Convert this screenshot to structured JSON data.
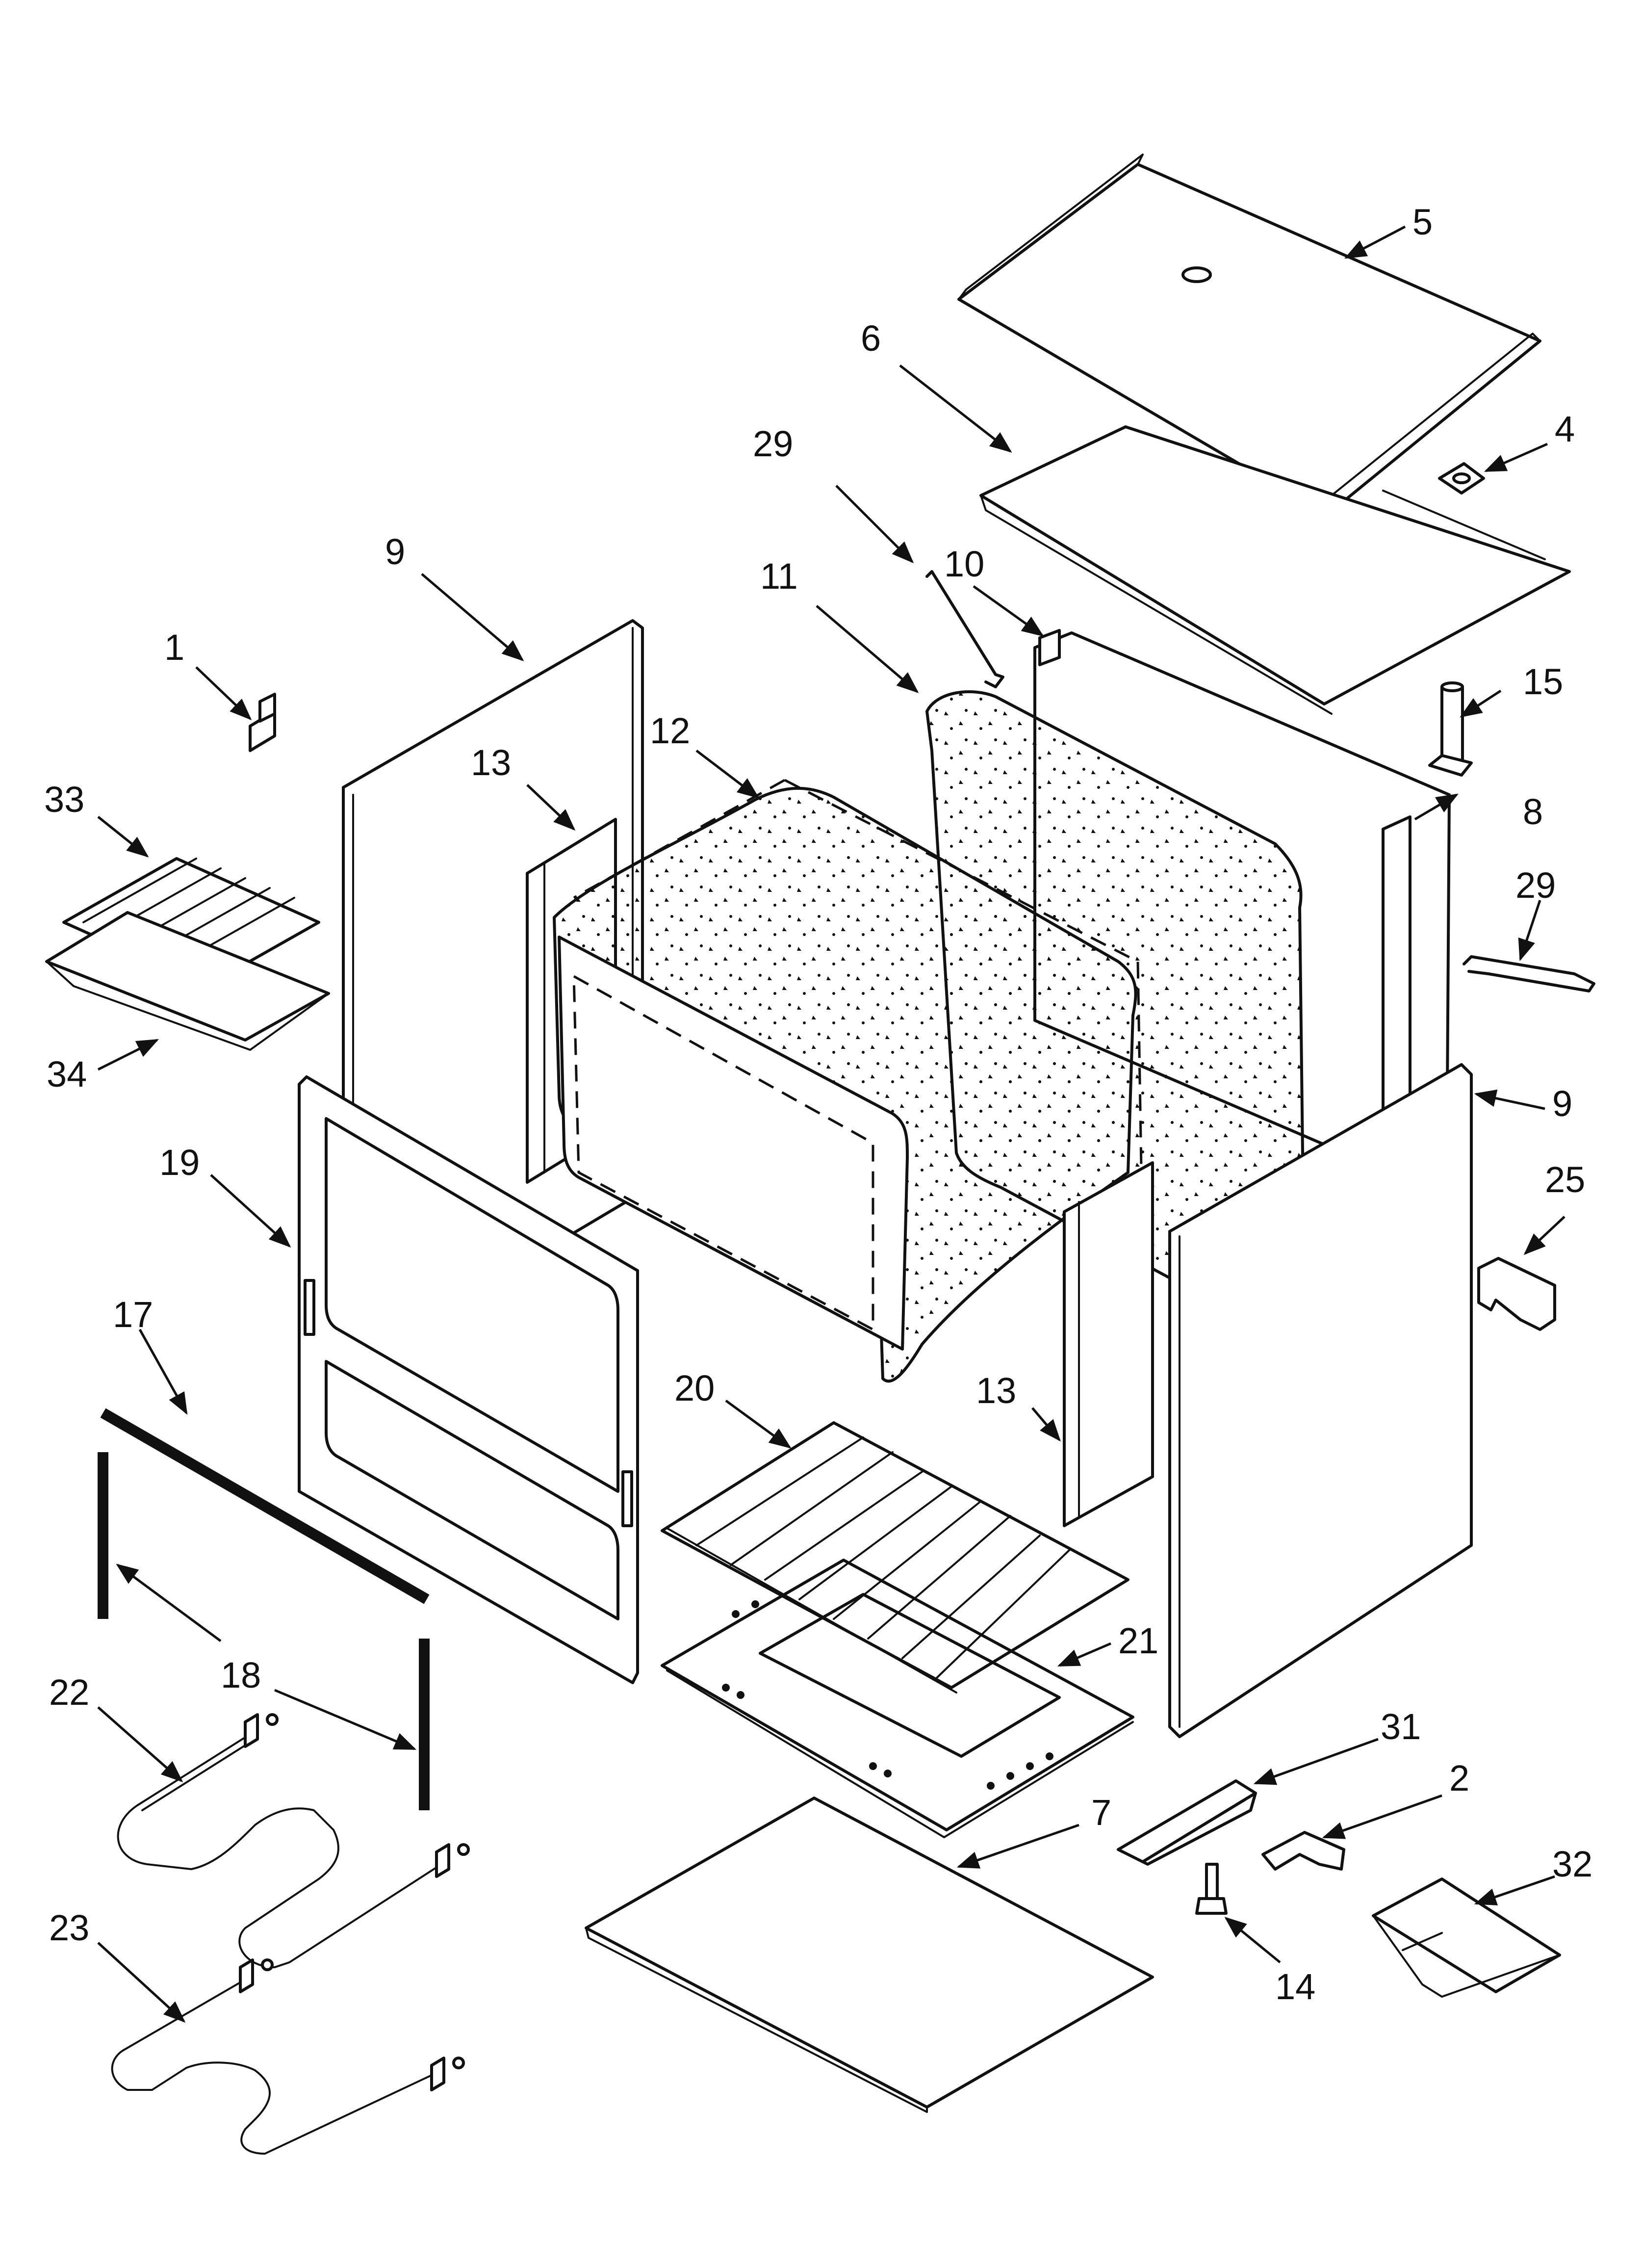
{
  "callouts": {
    "c1": "1",
    "c2": "2",
    "c4": "4",
    "c5": "5",
    "c6": "6",
    "c7": "7",
    "c8": "8",
    "c9a": "9",
    "c9b": "9",
    "c10": "10",
    "c11": "11",
    "c12": "12",
    "c13a": "13",
    "c13b": "13",
    "c14": "14",
    "c15": "15",
    "c17": "17",
    "c18": "18",
    "c19": "19",
    "c20": "20",
    "c21": "21",
    "c22": "22",
    "c23": "23",
    "c25": "25",
    "c29a": "29",
    "c29b": "29",
    "c31": "31",
    "c32": "32",
    "c33": "33",
    "c34": "34"
  },
  "colors": {
    "line": "#111111",
    "background": "#ffffff"
  }
}
